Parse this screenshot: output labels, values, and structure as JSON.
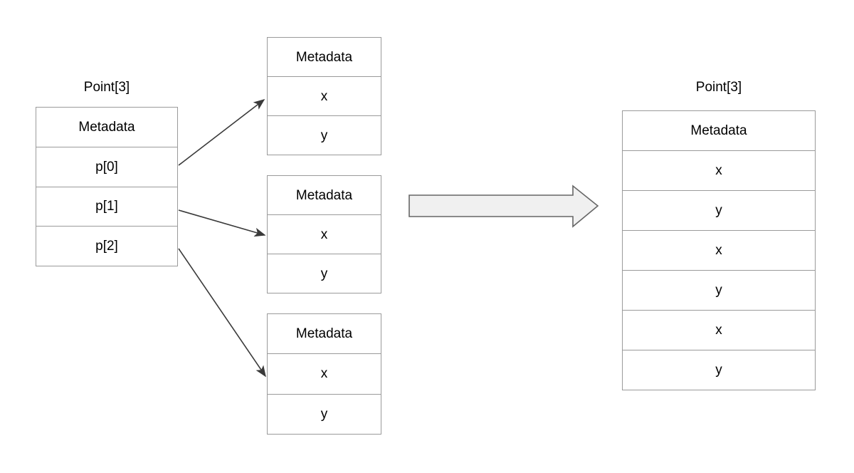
{
  "diagram": {
    "title_left": "Point[3]",
    "title_right": "Point[3]",
    "array_of_structs": {
      "label": "Point[3]",
      "rows": [
        "Metadata",
        "p[0]",
        "p[1]",
        "p[2]"
      ]
    },
    "pointed_structs": [
      {
        "rows": [
          "Metadata",
          "x",
          "y"
        ]
      },
      {
        "rows": [
          "Metadata",
          "x",
          "y"
        ]
      },
      {
        "rows": [
          "Metadata",
          "x",
          "y"
        ]
      }
    ],
    "flat_struct": {
      "label": "Point[3]",
      "rows": [
        "Metadata",
        "x",
        "y",
        "x",
        "y",
        "x",
        "y"
      ]
    },
    "transform_arrow": {
      "name": "transform-arrow",
      "fill": "#f0f0f0",
      "stroke": "#666666"
    },
    "pointer_arrows": [
      {
        "name": "pointer-arrow-p0",
        "from_row": "p[0]",
        "to_struct": 1
      },
      {
        "name": "pointer-arrow-p1",
        "from_row": "p[1]",
        "to_struct": 2
      },
      {
        "name": "pointer-arrow-p2",
        "from_row": "p[2]",
        "to_struct": 3
      }
    ],
    "colors": {
      "border": "#9a9a9a",
      "text": "#000000",
      "background": "#ffffff",
      "arrow_line": "#3a3a3a",
      "block_arrow_fill": "#f0f0f0",
      "block_arrow_stroke": "#666666"
    }
  }
}
